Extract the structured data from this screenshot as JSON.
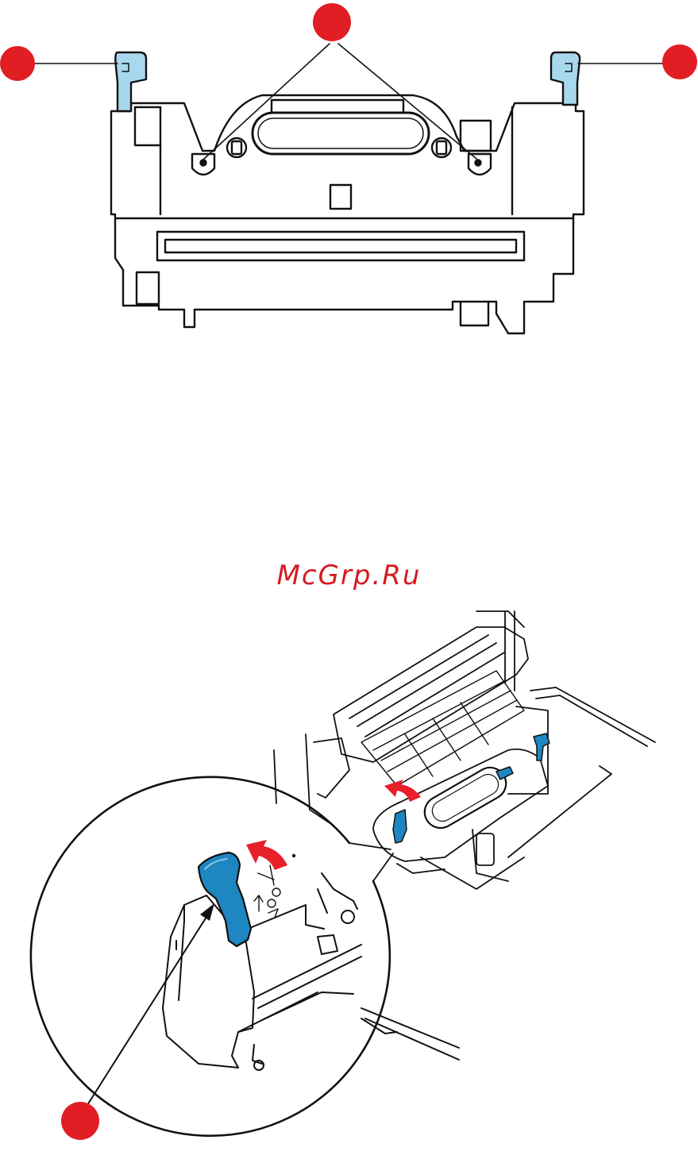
{
  "site_watermark": "McGrp.Ru",
  "colors": {
    "line": "#111111",
    "callout_red": "#e01e24",
    "latch_light_blue": "#a8d8ee",
    "lever_blue": "#1e86c0",
    "arrow_red": "#e8202a",
    "watermark_red": "#d51b22"
  },
  "callouts": [
    {
      "id": "left-latch"
    },
    {
      "id": "locating-pins"
    },
    {
      "id": "right-latch"
    },
    {
      "id": "lever-closeup"
    }
  ]
}
